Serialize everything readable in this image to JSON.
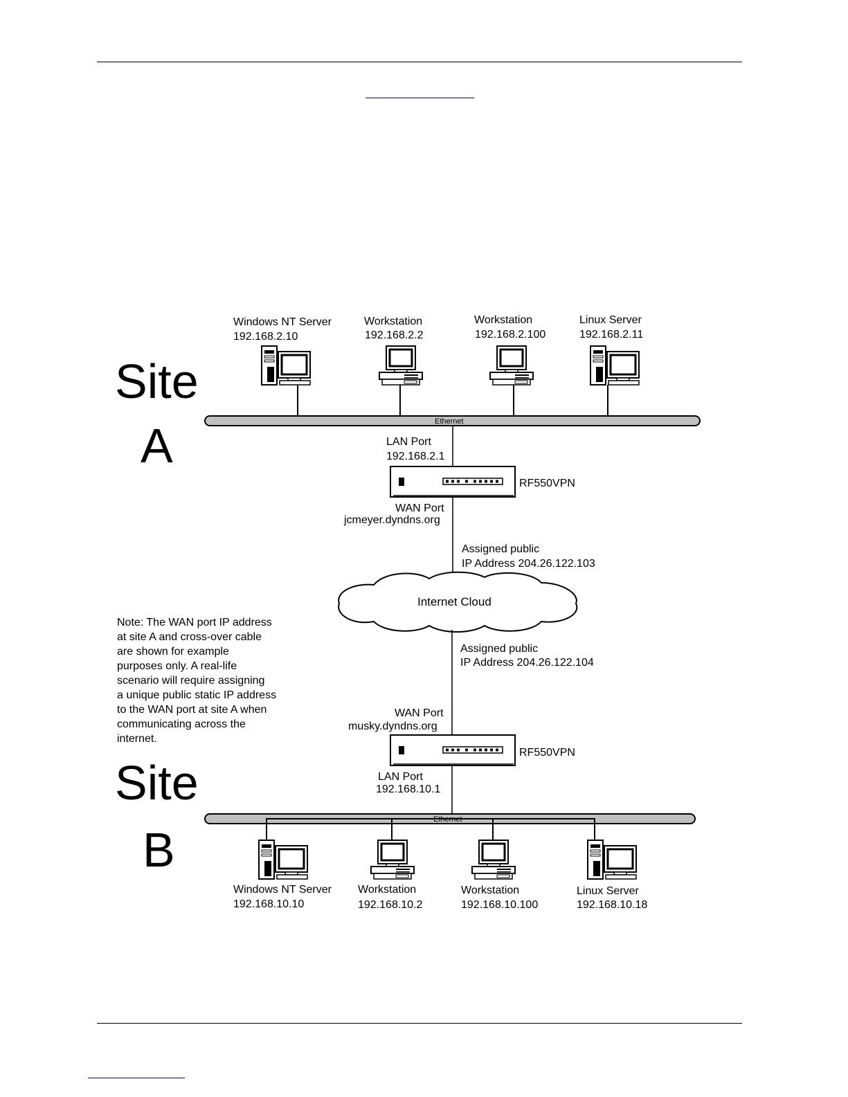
{
  "site_a": {
    "title_line1": "Site",
    "title_line2": "A",
    "ethernet_label": "Ethernet",
    "hosts": [
      {
        "name": "Windows NT Server",
        "ip": "192.168.2.10",
        "icon": "server-tower-icon"
      },
      {
        "name": "Workstation",
        "ip": "192.168.2.2",
        "icon": "workstation-icon"
      },
      {
        "name": "Workstation",
        "ip": "192.168.2.100",
        "icon": "workstation-icon"
      },
      {
        "name": "Linux Server",
        "ip": "192.168.2.11",
        "icon": "server-tower-icon"
      }
    ],
    "lan_port": {
      "label": "LAN Port",
      "ip": "192.168.2.1"
    },
    "router": {
      "model": "RF550VPN",
      "icon": "router-icon"
    },
    "wan_port": {
      "label": "WAN Port",
      "host": "jcmeyer.dyndns.org"
    },
    "public_ip": {
      "line1": "Assigned public",
      "line2": "IP Address 204.26.122.103"
    }
  },
  "cloud": {
    "label": "Internet Cloud",
    "icon": "cloud-icon"
  },
  "note_lines": [
    "Note: The WAN port IP address",
    "at site A and cross-over cable",
    "are shown for example",
    "purposes only.  A real-life",
    "scenario will require assigning",
    "a unique public static IP address",
    "to the WAN port at site A when",
    "communicating across the",
    "internet."
  ],
  "site_b": {
    "title_line1": "Site",
    "title_line2": "B",
    "ethernet_label": "Ethernet",
    "public_ip": {
      "line1": "Assigned public",
      "line2": "IP Address 204.26.122.104"
    },
    "wan_port": {
      "label": "WAN Port",
      "host": "musky.dyndns.org"
    },
    "router": {
      "model": "RF550VPN",
      "icon": "router-icon"
    },
    "lan_port": {
      "label": "LAN Port",
      "ip": "192.168.10.1"
    },
    "hosts": [
      {
        "name": "Windows NT Server",
        "ip": "192.168.10.10",
        "icon": "server-tower-icon"
      },
      {
        "name": "Workstation",
        "ip": "192.168.10.2",
        "icon": "workstation-icon"
      },
      {
        "name": "Workstation",
        "ip": "192.168.10.100",
        "icon": "workstation-icon"
      },
      {
        "name": "Linux Server",
        "ip": "192.168.10.18",
        "icon": "server-tower-icon"
      }
    ]
  },
  "colors": {
    "line": "#000000",
    "ethernet_fill": "#c0c0c0",
    "link": "#0000cc"
  }
}
